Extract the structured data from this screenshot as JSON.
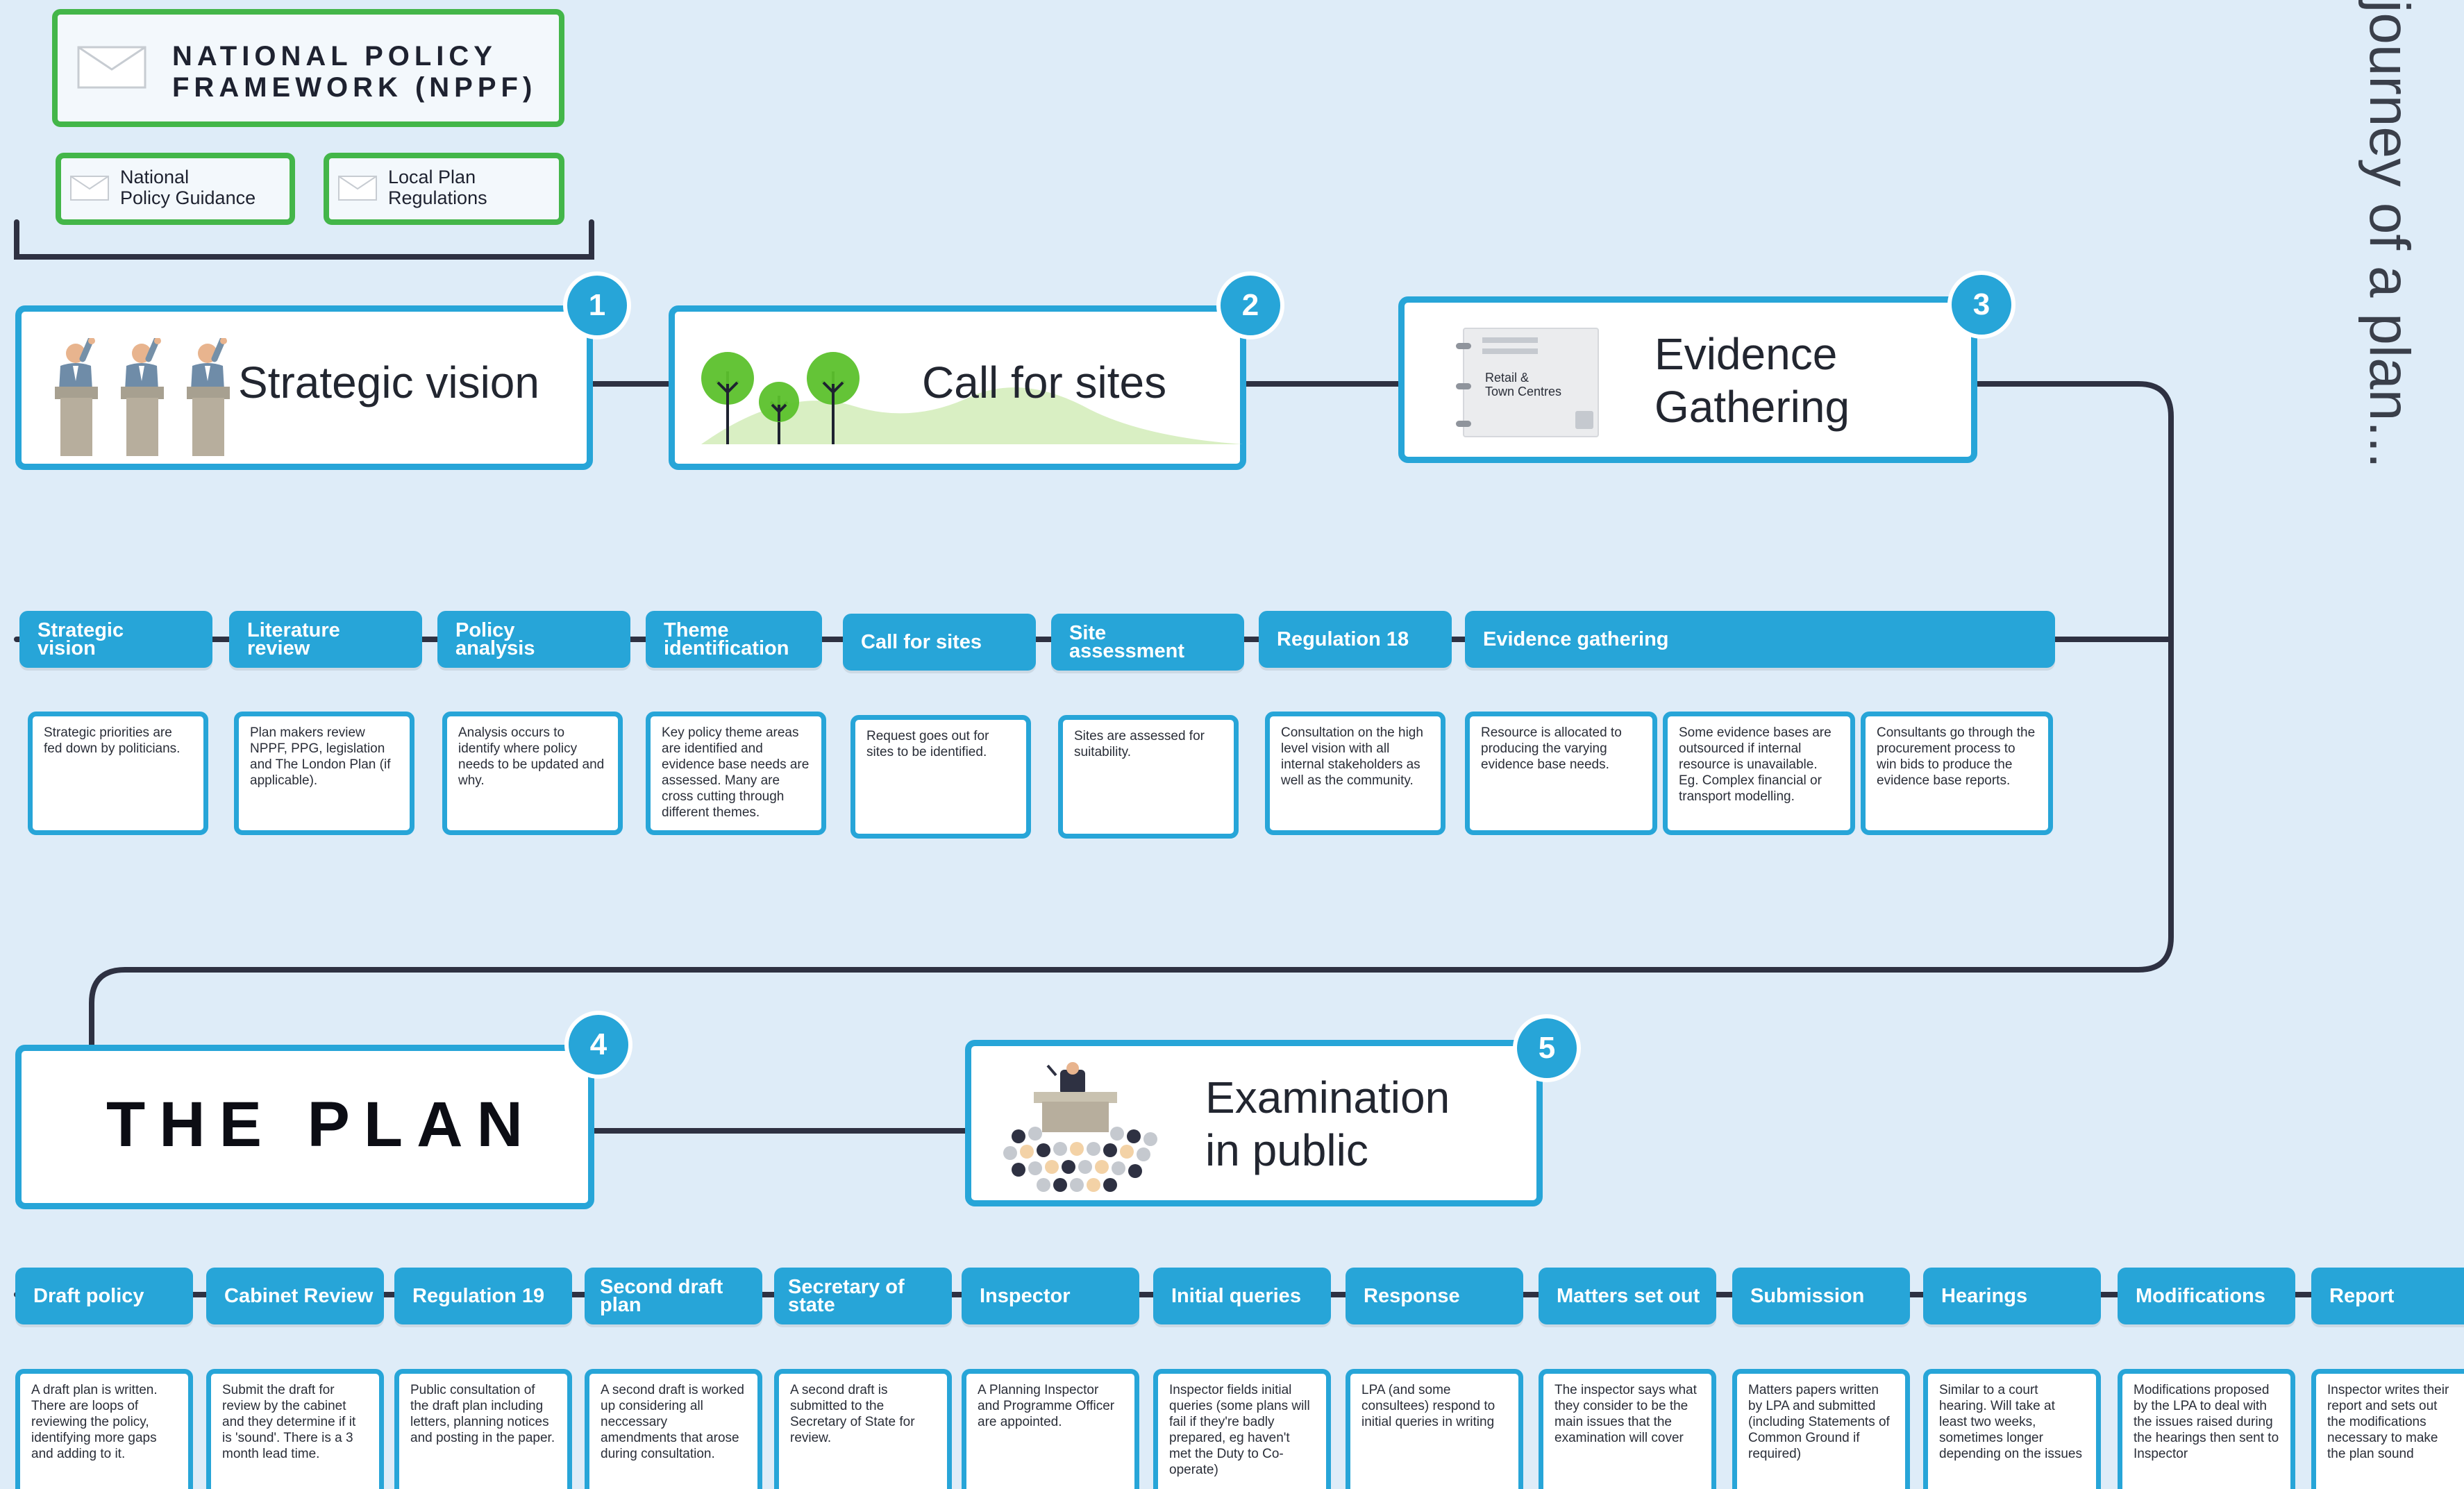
{
  "framework": {
    "main": "NATIONAL POLICY\nFRAMEWORK (NPPF)",
    "sub": [
      "National\nPolicy Guidance",
      "Local Plan\nRegulations"
    ]
  },
  "side_title": "journey of a plan...",
  "stages": [
    {
      "number": "1",
      "title": "Strategic vision"
    },
    {
      "number": "2",
      "title": "Call for sites"
    },
    {
      "number": "3",
      "title": "Evidence\nGathering",
      "binder_label": "Retail &\nTown Centres"
    },
    {
      "number": "4",
      "title": "THE PLAN"
    },
    {
      "number": "5",
      "title": "Examination\nin public"
    }
  ],
  "row1": [
    {
      "tab": "Strategic\nvision",
      "desc": "Strategic priorities are fed down by politicians."
    },
    {
      "tab": "Literature\nreview",
      "desc": "Plan makers review NPPF, PPG, legislation and The London Plan (if applicable)."
    },
    {
      "tab": "Policy\nanalysis",
      "desc": "Analysis occurs to identify where policy needs to be updated and why."
    },
    {
      "tab": "Theme\nidentification",
      "desc": "Key policy theme areas are identified and evidence base needs are assessed. Many are cross cutting through different themes."
    },
    {
      "tab": "Call for sites",
      "desc": "Request goes out for sites to be identified."
    },
    {
      "tab": "Site\nassessment",
      "desc": "Sites are assessed for suitability."
    },
    {
      "tab": "Regulation 18",
      "desc": "Consultation on the high level vision with all internal stakeholders as well as the community."
    },
    {
      "tab": "Evidence gathering",
      "desc": "Resource is allocated to producing the varying evidence base needs."
    }
  ],
  "row1_extra_desc": [
    "Some evidence bases are outsourced if internal resource is unavailable. Eg. Complex financial or transport modelling.",
    "Consultants go through the procurement process to win bids to produce the evidence base reports."
  ],
  "row2": [
    {
      "tab": "Draft policy",
      "desc": "A draft plan is written. There are loops of reviewing the policy, identifying more gaps and adding to it."
    },
    {
      "tab": "Cabinet Review",
      "desc": "Submit the draft for review by the cabinet and they determine if it is 'sound'. There is a 3 month lead time."
    },
    {
      "tab": "Regulation 19",
      "desc": "Public consultation of the draft plan including letters, planning notices and posting in the paper."
    },
    {
      "tab": "Second draft plan",
      "desc": "A second draft is worked up considering all neccessary amendments that arose during consultation."
    },
    {
      "tab": "Secretary of state",
      "desc": "A second draft is submitted to the Secretary of State for review."
    },
    {
      "tab": "Inspector",
      "desc": "A Planning Inspector and Programme Officer are appointed."
    },
    {
      "tab": "Initial queries",
      "desc": "Inspector fields initial queries (some plans will fail if they're badly prepared, eg haven't met the Duty to Co-operate)"
    },
    {
      "tab": "Response",
      "desc": "LPA (and some consultees) respond to initial queries in writing"
    },
    {
      "tab": "Matters set out",
      "desc": "The inspector says what they consider to be the main issues that the examination will cover"
    },
    {
      "tab": "Submission",
      "desc": "Matters papers written by LPA and submitted (including Statements of Common Ground if required)"
    },
    {
      "tab": "Hearings",
      "desc": "Similar to a court hearing. Will take at least two weeks, sometimes longer depending on the issues"
    },
    {
      "tab": "Modifications",
      "desc": "Modifications proposed by the LPA to deal with the issues raised during the hearings then sent to Inspector"
    },
    {
      "tab": "Report",
      "desc": "Inspector writes their report and sets out the modifications necessary to make the plan sound"
    }
  ],
  "colors": {
    "accent": "#27a5d8",
    "framework_green": "#43b649",
    "line": "#2e3142",
    "background": "#deecf8"
  }
}
